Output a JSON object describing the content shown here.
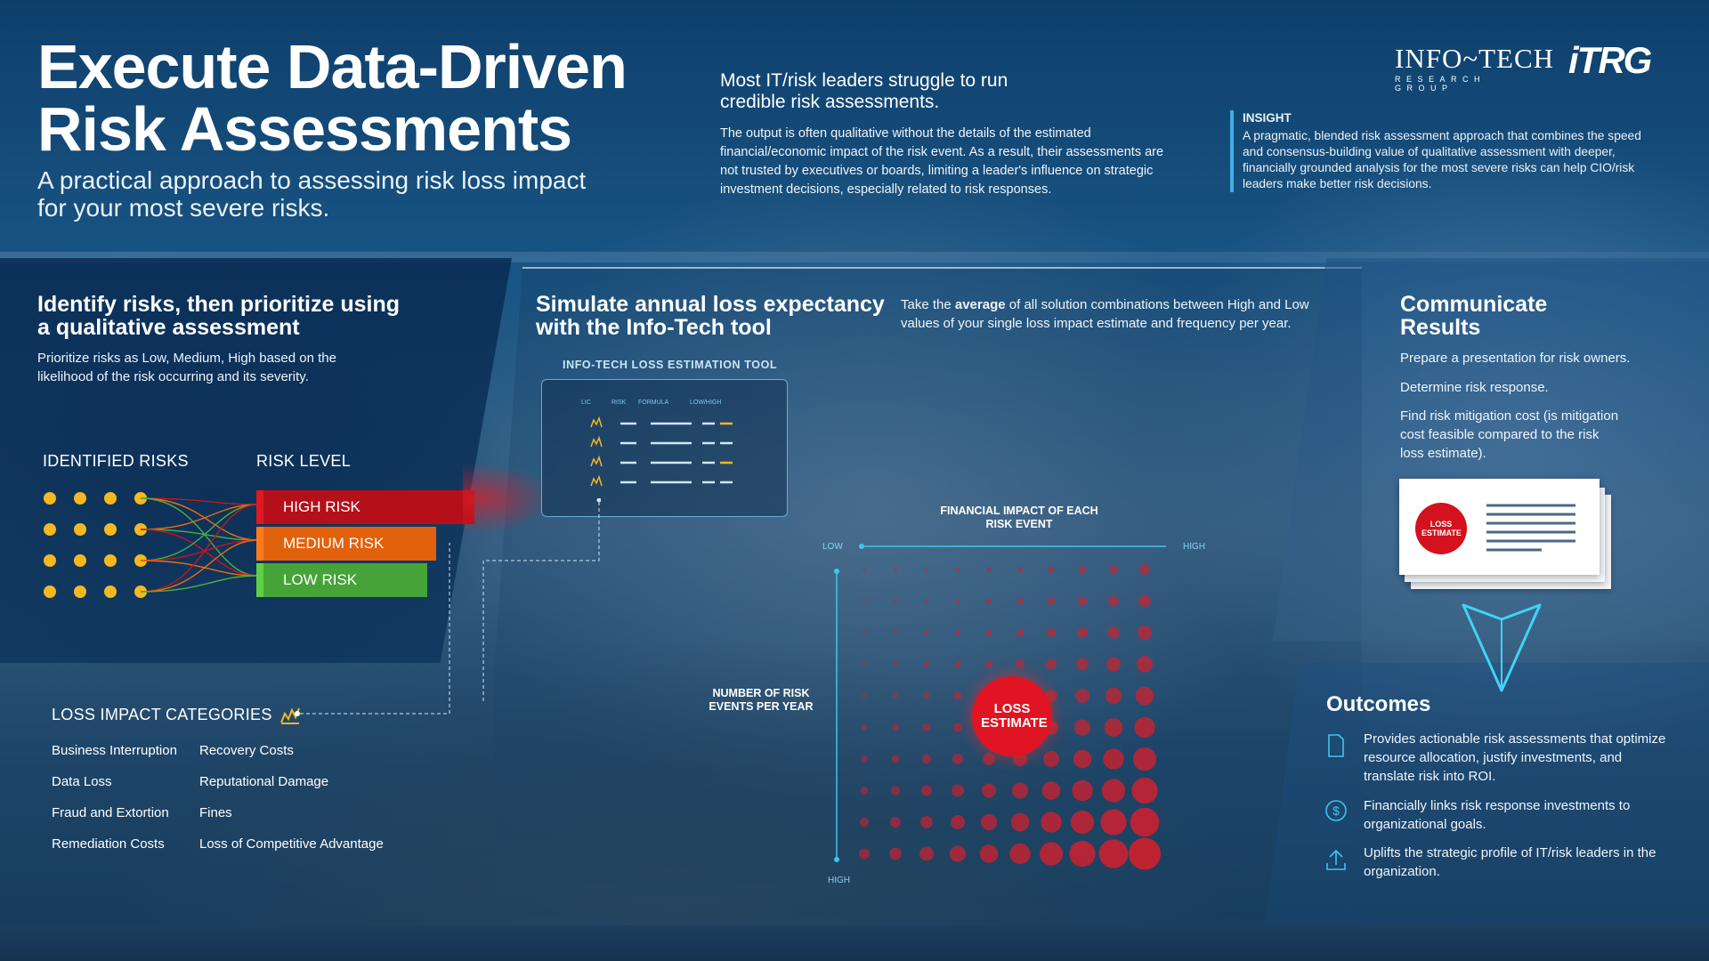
{
  "header": {
    "title_line1": "Execute Data-Driven",
    "title_line2": "Risk Assessments",
    "subtitle": "A practical approach to assessing risk loss impact for your most severe risks."
  },
  "intro": {
    "heading": "Most IT/risk leaders struggle to run credible risk assessments.",
    "body": "The output is often qualitative without the details of the estimated financial/economic impact of the risk event. As a result, their assessments are not trusted by executives or boards, limiting a leader's influence on strategic investment decisions, especially related to risk responses."
  },
  "insight": {
    "label": "INSIGHT",
    "text": "A pragmatic, blended risk assessment approach that combines the speed and consensus-building value of qualitative assessment with deeper, financially grounded analysis for the most severe risks can help CIO/risk leaders make better risk decisions."
  },
  "logos": {
    "infotech": "INFO~TECH",
    "infotech_sub": "RESEARCH GROUP",
    "itrg": "iTRG"
  },
  "identify": {
    "heading": "Identify risks, then prioritize using a qualitative assessment",
    "body": "Prioritize risks as Low, Medium, High based on the likelihood of the risk occurring and its severity.",
    "identified_label": "IDENTIFIED RISKS",
    "level_label": "RISK LEVEL",
    "levels": [
      {
        "label": "HIGH RISK",
        "color": "#c8141e"
      },
      {
        "label": "MEDIUM RISK",
        "color": "#ee6a12"
      },
      {
        "label": "LOW RISK",
        "color": "#4caf3c"
      }
    ],
    "dot_color": "#f5b820"
  },
  "categories": {
    "heading": "LOSS IMPACT CATEGORIES",
    "col1": [
      "Business Interruption",
      "Data Loss",
      "Fraud and Extortion",
      "Remediation Costs"
    ],
    "col2": [
      "Recovery Costs",
      "Reputational Damage",
      "Fines",
      "Loss of Competitive Advantage"
    ]
  },
  "simulate": {
    "heading": "Simulate annual loss expectancy with the Info-Tech tool",
    "desc_pre": "Take the ",
    "desc_bold": "average",
    "desc_post": " of all solution combinations between High and Low values of your single loss impact estimate and frequency per year.",
    "tool_title": "INFO-TECH LOSS ESTIMATION TOOL",
    "tool_columns": [
      "LIC",
      "RISK",
      "FORMULA",
      "LOW/HIGH"
    ],
    "financial_label": "FINANCIAL IMPACT OF EACH RISK EVENT",
    "frequency_label": "NUMBER OF RISK EVENTS PER YEAR",
    "axis_low": "LOW",
    "axis_high_x": "HIGH",
    "axis_high_y": "HIGH",
    "estimate_label": "LOSS ESTIMATE",
    "accent": "#3fc4ef",
    "dot_color": "#d0202e"
  },
  "communicate": {
    "heading": "Communicate Results",
    "items": [
      "Prepare a presentation for risk owners.",
      "Determine risk response.",
      "Find risk mitigation cost (is mitigation cost feasible compared to the risk loss estimate)."
    ],
    "badge": "LOSS ESTIMATE"
  },
  "outcomes": {
    "heading": "Outcomes",
    "items": [
      {
        "icon": "document-icon",
        "text": "Provides actionable risk assessments that optimize resource allocation, justify investments, and translate risk into ROI."
      },
      {
        "icon": "dollar-icon",
        "text": "Financially links risk response investments to organizational goals."
      },
      {
        "icon": "upload-icon",
        "text": "Uplifts the strategic profile of IT/risk leaders in the organization."
      }
    ]
  }
}
